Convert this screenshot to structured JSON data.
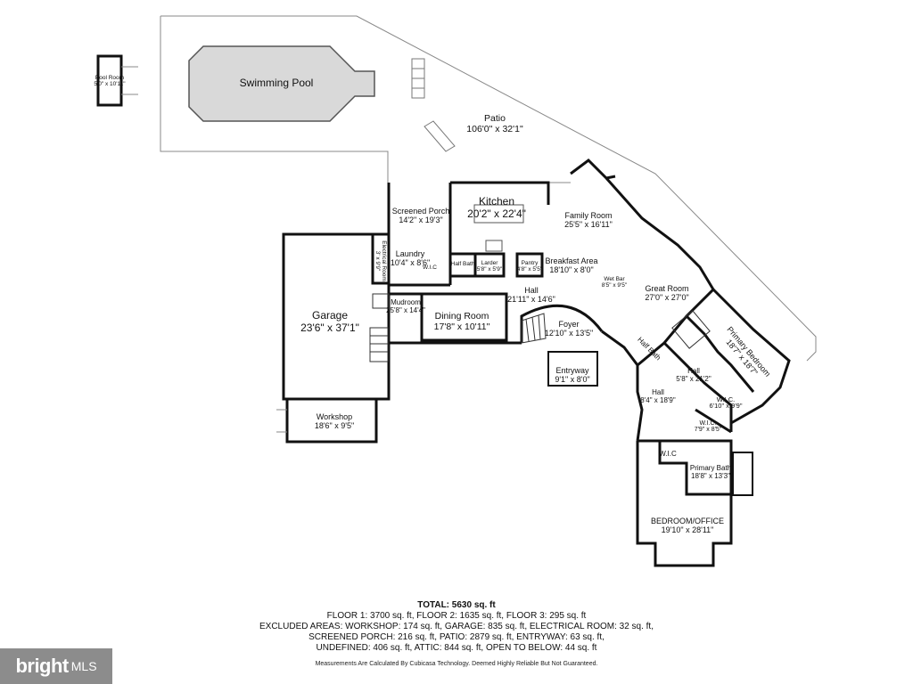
{
  "rooms": {
    "pool_room": {
      "name": "Pool Room",
      "dims": "5'0\" x 10'11\""
    },
    "swimming_pool": {
      "name": "Swimming Pool"
    },
    "patio": {
      "name": "Patio",
      "dims": "106'0\" x 32'1\""
    },
    "screened_porch": {
      "name": "Screened Porch",
      "dims": "14'2\" x 19'3\""
    },
    "kitchen": {
      "name": "Kitchen",
      "dims": "20'2\" x 22'4\""
    },
    "family_room": {
      "name": "Family Room",
      "dims": "25'5\" x 16'11\""
    },
    "laundry": {
      "name": "Laundry",
      "dims": "10'4\" x 8'6\""
    },
    "electrical_room": {
      "name": "Electrical Room",
      "dims": "3' x 9'9\""
    },
    "wic_small": {
      "name": "W.I.C",
      "dims": ""
    },
    "half_bath_1": {
      "name": "Half Bath"
    },
    "larder": {
      "name": "Larder",
      "dims": "5'8\" x 5'9\""
    },
    "pantry": {
      "name": "Pantry",
      "dims": "4'8\" x 5'5\""
    },
    "breakfast_area": {
      "name": "Breakfast Area",
      "dims": "18'10\" x 8'0\""
    },
    "wet_bar": {
      "name": "Wet Bar",
      "dims": "8'5\" x 9'5\""
    },
    "great_room": {
      "name": "Great Room",
      "dims": "27'0\" x 27'0\""
    },
    "garage": {
      "name": "Garage",
      "dims": "23'6\" x 37'1\""
    },
    "mudroom": {
      "name": "Mudroom",
      "dims": "25'8\" x 14'4\""
    },
    "dining_room": {
      "name": "Dining Room",
      "dims": "17'8\" x 10'11\""
    },
    "hall_main": {
      "name": "Hall",
      "dims": "21'11\" x 14'6\""
    },
    "foyer": {
      "name": "Foyer",
      "dims": "12'10\" x 13'5\""
    },
    "entryway": {
      "name": "Entryway",
      "dims": "9'1\" x 8'0\""
    },
    "half_bath_2": {
      "name": "Half Bath"
    },
    "primary_bedroom": {
      "name": "Primary Bedroom",
      "dims": "18'7\" x 18'7\""
    },
    "hall_2": {
      "name": "Hall",
      "dims": "5'8\" x 21'2\""
    },
    "hall_3": {
      "name": "Hall",
      "dims": "8'4\" x 18'9\""
    },
    "wic_1": {
      "name": "W.I.C.",
      "dims": "6'10\" x 9'9\""
    },
    "wic_2": {
      "name": "W.I.C.",
      "dims": "7'9\" x 8'5\""
    },
    "wic_3": {
      "name": "W.I.C"
    },
    "primary_bath": {
      "name": "Primary Bath",
      "dims": "18'8\" x 13'3\""
    },
    "workshop": {
      "name": "Workshop",
      "dims": "18'6\" x 9'5\""
    },
    "bedroom_office": {
      "name": "BEDROOM/OFFICE",
      "dims": "19'10\" x 28'11\""
    }
  },
  "totals": {
    "title": "TOTAL: 5630 sq. ft",
    "lines": [
      "FLOOR 1: 3700 sq. ft, FLOOR 2: 1635 sq. ft, FLOOR 3: 295 sq. ft",
      "EXCLUDED AREAS: WORKSHOP: 174 sq. ft, GARAGE: 835 sq. ft, ELECTRICAL ROOM: 32 sq. ft,",
      "SCREENED PORCH: 216 sq. ft, PATIO: 2879 sq. ft, ENTRYWAY: 63 sq. ft,",
      "UNDEFINED: 406 sq. ft, ATTIC: 844 sq. ft, OPEN TO BELOW: 44 sq. ft"
    ],
    "disclaimer": "Measurements Are Calculated By Cubicasa Technology. Deemed Highly Reliable But Not Guaranteed."
  },
  "logo": {
    "brand": "bright",
    "suffix": "MLS"
  },
  "colors": {
    "wall": "#111111",
    "pool": "#d9d9d9",
    "logo_bg": "#8c8c8c"
  }
}
